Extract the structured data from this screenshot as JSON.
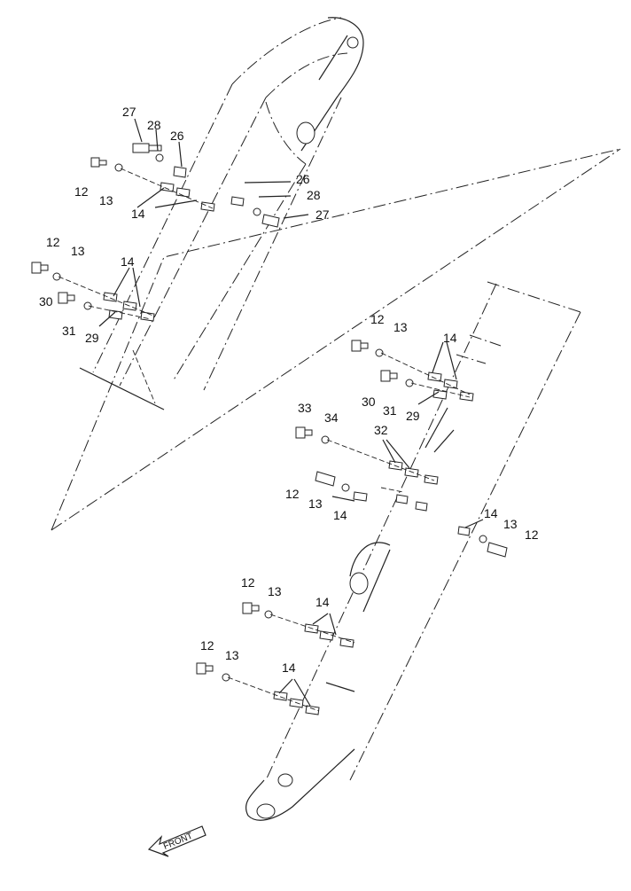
{
  "diagram": {
    "front_label": "FRONT",
    "callouts": [
      {
        "id": "c1",
        "text": "27"
      },
      {
        "id": "c2",
        "text": "28"
      },
      {
        "id": "c3",
        "text": "26"
      },
      {
        "id": "c4",
        "text": "12"
      },
      {
        "id": "c5",
        "text": "13"
      },
      {
        "id": "c6",
        "text": "14"
      },
      {
        "id": "c7",
        "text": "26"
      },
      {
        "id": "c8",
        "text": "28"
      },
      {
        "id": "c9",
        "text": "27"
      },
      {
        "id": "c10",
        "text": "12"
      },
      {
        "id": "c11",
        "text": "13"
      },
      {
        "id": "c12",
        "text": "14"
      },
      {
        "id": "c13",
        "text": "30"
      },
      {
        "id": "c14",
        "text": "31"
      },
      {
        "id": "c15",
        "text": "29"
      },
      {
        "id": "c16",
        "text": "12"
      },
      {
        "id": "c17",
        "text": "13"
      },
      {
        "id": "c18",
        "text": "14"
      },
      {
        "id": "c19",
        "text": "30"
      },
      {
        "id": "c20",
        "text": "31"
      },
      {
        "id": "c21",
        "text": "29"
      },
      {
        "id": "c22",
        "text": "33"
      },
      {
        "id": "c23",
        "text": "34"
      },
      {
        "id": "c24",
        "text": "32"
      },
      {
        "id": "c25",
        "text": "12"
      },
      {
        "id": "c26",
        "text": "13"
      },
      {
        "id": "c27",
        "text": "14"
      },
      {
        "id": "c28",
        "text": "14"
      },
      {
        "id": "c29",
        "text": "13"
      },
      {
        "id": "c30",
        "text": "12"
      },
      {
        "id": "c31",
        "text": "12"
      },
      {
        "id": "c32",
        "text": "13"
      },
      {
        "id": "c33",
        "text": "14"
      },
      {
        "id": "c34",
        "text": "12"
      },
      {
        "id": "c35",
        "text": "13"
      },
      {
        "id": "c36",
        "text": "14"
      }
    ]
  }
}
